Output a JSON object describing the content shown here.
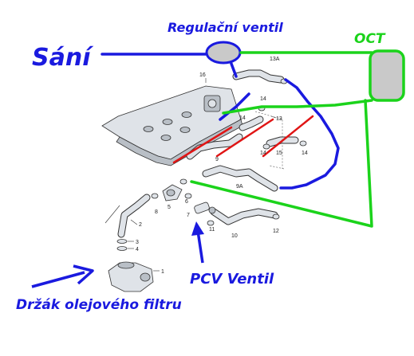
{
  "labels": {
    "intake": "Sání",
    "regulator_valve": "Regulační ventil",
    "oct": "OCT",
    "pcv_valve": "PCV Ventil",
    "oil_filter_holder": "Držák olejového filtru"
  },
  "part_numbers": {
    "p1": "1",
    "p2": "2",
    "p3": "3",
    "p4": "4",
    "p5": "5",
    "p6": "6",
    "p7": "7",
    "p8": "8",
    "p9": "9",
    "p9a": "9A",
    "p10": "10",
    "p11": "11",
    "p12": "12",
    "p13": "13",
    "p13a": "13A",
    "p14a": "14",
    "p14b": "14",
    "p14c": "14",
    "p14d": "14",
    "p15": "15",
    "p16": "16"
  },
  "colors": {
    "blue_line": "#1a1adf",
    "green_line": "#1bd31b",
    "red_cross": "#e01515",
    "component_fill": "#c9c9c9"
  }
}
